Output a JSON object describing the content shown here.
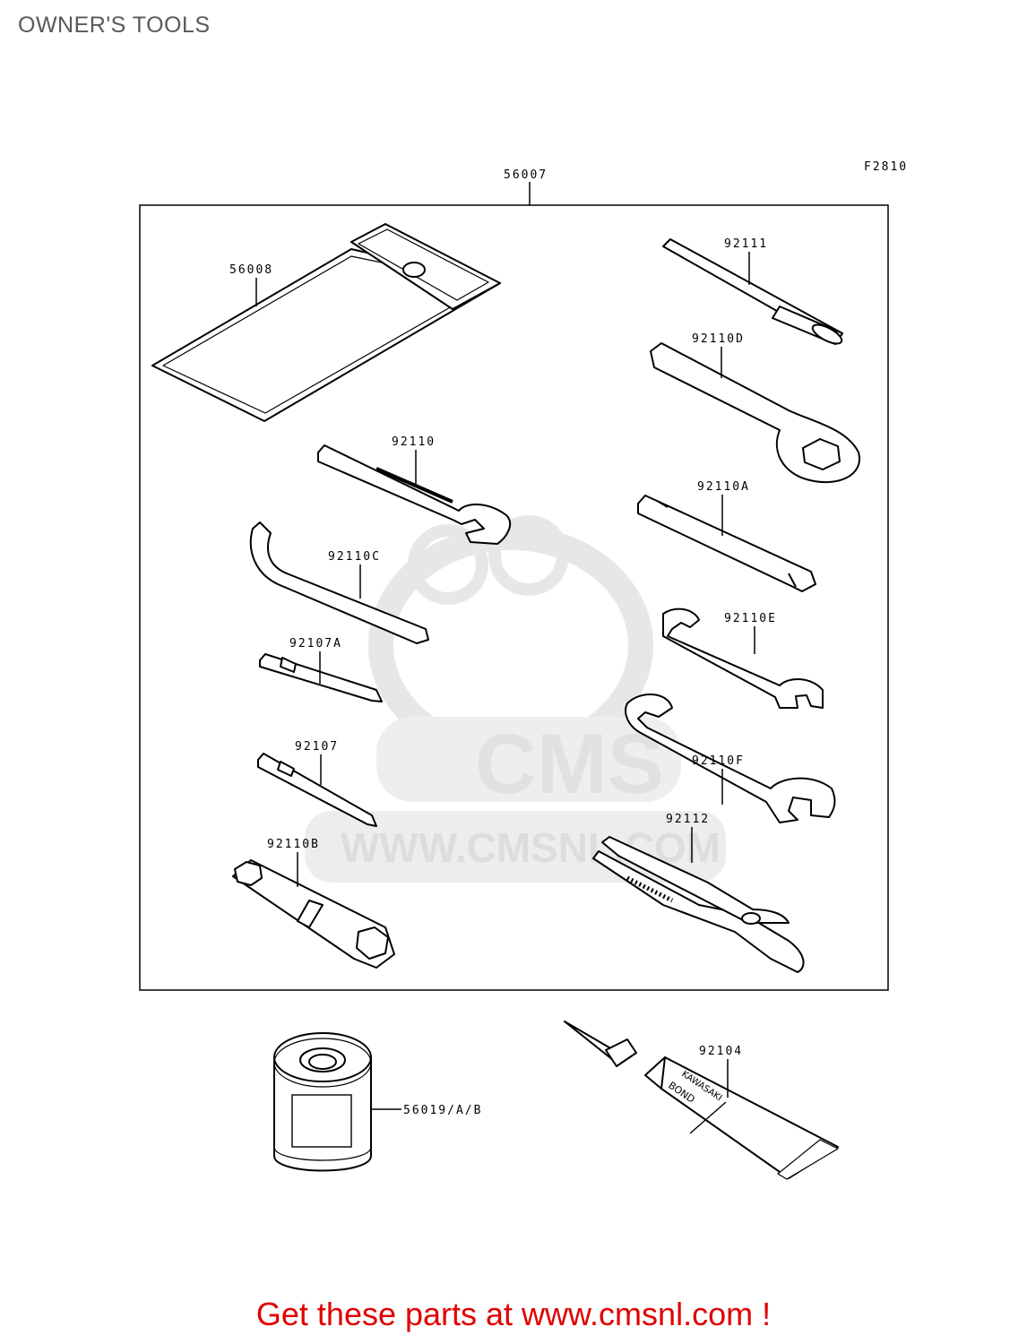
{
  "header": {
    "title": "OWNER'S TOOLS"
  },
  "figure_code": "F2810",
  "kit_label": "56007",
  "parts": [
    {
      "id": "56008"
    },
    {
      "id": "92111"
    },
    {
      "id": "92110D"
    },
    {
      "id": "92110"
    },
    {
      "id": "92110A"
    },
    {
      "id": "92110C"
    },
    {
      "id": "92110E"
    },
    {
      "id": "92107A"
    },
    {
      "id": "92110F"
    },
    {
      "id": "92107"
    },
    {
      "id": "92112"
    },
    {
      "id": "92110B"
    },
    {
      "id": "56019/A/B"
    },
    {
      "id": "92104"
    }
  ],
  "tube_text": {
    "line1": "KAWASAKI",
    "line2": "BOND"
  },
  "watermark": {
    "brand": "CMS",
    "url": "WWW.CMSNL.COM"
  },
  "footer": {
    "promo": "Get these parts at www.cmsnl.com !"
  },
  "colors": {
    "promo": "#e00000",
    "title": "#595959",
    "watermark": "#e3e3e3"
  }
}
